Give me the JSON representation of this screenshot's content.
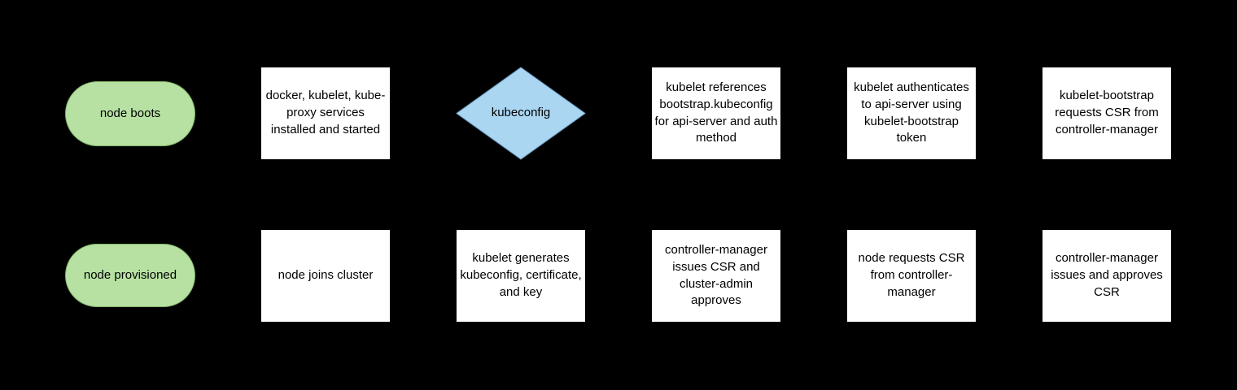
{
  "diagram": {
    "type": "flowchart",
    "colors": {
      "background": "#000000",
      "process_fill": "#ffffff",
      "terminal_fill": "#b7e1a3",
      "terminal_border": "#82b366",
      "decision_fill": "#abd6f2",
      "decision_border": "#6c9ec4",
      "text": "#000000"
    }
  },
  "flow": {
    "top_row": [
      {
        "type": "terminal",
        "label": "node boots"
      },
      {
        "type": "process",
        "label": "docker, kubelet, kube-proxy services installed and started"
      },
      {
        "type": "decision",
        "label": "kubeconfig"
      },
      {
        "type": "process",
        "label": "kubelet references bootstrap.kubeconfig for api-server and auth method"
      },
      {
        "type": "process",
        "label": "kubelet authenticates to api-server using kubelet-bootstrap token"
      },
      {
        "type": "process",
        "label": "kubelet-bootstrap requests CSR from controller-manager"
      }
    ],
    "bottom_row": [
      {
        "type": "terminal",
        "label": "node provisioned"
      },
      {
        "type": "process",
        "label": "node joins cluster"
      },
      {
        "type": "process",
        "label": "kubelet generates kubeconfig, certificate, and key"
      },
      {
        "type": "process",
        "label": "controller-manager issues CSR and cluster-admin approves"
      },
      {
        "type": "process",
        "label": "node requests CSR from controller-manager"
      },
      {
        "type": "process",
        "label": "controller-manager issues and approves CSR"
      }
    ]
  }
}
